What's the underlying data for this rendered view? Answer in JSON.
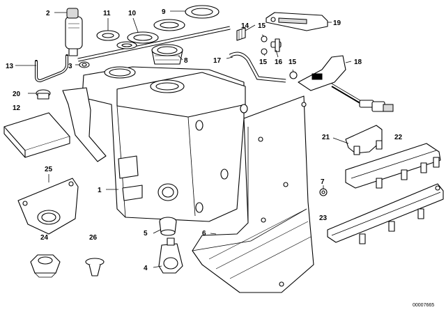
{
  "diagram": {
    "callouts": [
      {
        "id": "c1",
        "label": "1"
      },
      {
        "id": "c2",
        "label": "2"
      },
      {
        "id": "c3",
        "label": "3"
      },
      {
        "id": "c4",
        "label": "4"
      },
      {
        "id": "c5",
        "label": "5"
      },
      {
        "id": "c6",
        "label": "6"
      },
      {
        "id": "c7",
        "label": "7"
      },
      {
        "id": "c8",
        "label": "8"
      },
      {
        "id": "c9",
        "label": "9"
      },
      {
        "id": "c10",
        "label": "10"
      },
      {
        "id": "c11",
        "label": "11"
      },
      {
        "id": "c12",
        "label": "12"
      },
      {
        "id": "c13",
        "label": "13"
      },
      {
        "id": "c14",
        "label": "14"
      },
      {
        "id": "c15a",
        "label": "15"
      },
      {
        "id": "c15b",
        "label": "15"
      },
      {
        "id": "c15c",
        "label": "15"
      },
      {
        "id": "c16",
        "label": "16"
      },
      {
        "id": "c17",
        "label": "17"
      },
      {
        "id": "c18",
        "label": "18"
      },
      {
        "id": "c19",
        "label": "19"
      },
      {
        "id": "c20",
        "label": "20"
      },
      {
        "id": "c21",
        "label": "21"
      },
      {
        "id": "c22",
        "label": "22"
      },
      {
        "id": "c23",
        "label": "23"
      },
      {
        "id": "c24",
        "label": "24"
      },
      {
        "id": "c25",
        "label": "25"
      },
      {
        "id": "c26",
        "label": "26"
      }
    ],
    "diagram_code": "00007665"
  }
}
